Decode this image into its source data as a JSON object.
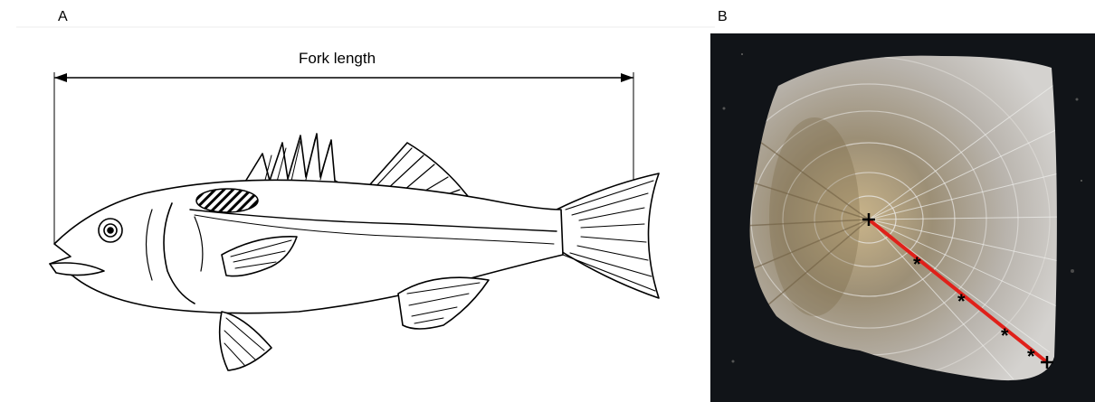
{
  "panels": {
    "a": {
      "label": "A",
      "measure_label": "Fork length"
    },
    "b": {
      "label": "B",
      "annulus_marker": "*"
    }
  },
  "colors": {
    "measure_line": "#e0201a",
    "background_b": "#111418",
    "scale_body": "#b8b2aa",
    "scale_focus": "#8a6a3a"
  },
  "icons": {
    "fish": "sea-bass-drawing-icon",
    "scale": "fish-scale-photo-icon"
  }
}
